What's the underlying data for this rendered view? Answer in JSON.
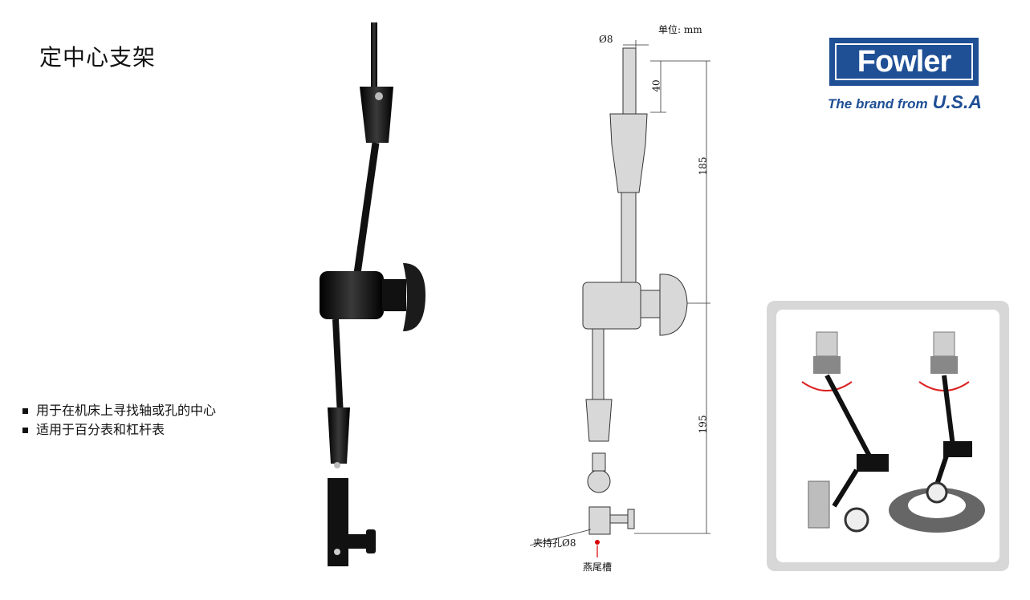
{
  "title": "定中心支架",
  "bullets": [
    "用于在机床上寻找轴或孔的中心",
    "适用于百分表和杠杆表"
  ],
  "drawing": {
    "unit": "单位: mm",
    "dim_diameter": "Ø8",
    "dim_40": "40",
    "dim_185": "185",
    "dim_195": "195",
    "label_hole": "夹持孔Ø8",
    "label_dovetail": "燕尾槽"
  },
  "logo": {
    "brand": "Fowler",
    "tagline_prefix": "The brand from",
    "tagline_country": "U.S.A",
    "color": "#1f4f95"
  },
  "icons": {
    "photo": "magnetic-stand-photo-icon",
    "usage": "usage-illustration-icon"
  }
}
